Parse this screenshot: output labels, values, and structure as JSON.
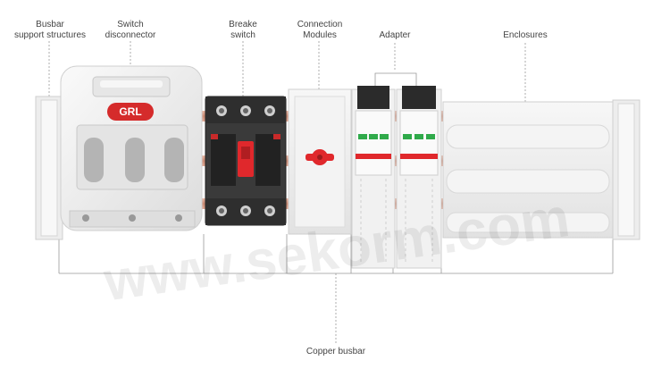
{
  "labels": {
    "busbar_support": "Busbar\nsupport structures",
    "switch_disconnector": "Switch\ndisconnector",
    "breaker_switch": "Breake\nswitch",
    "connection_modules": "Connection\nModules",
    "adapter": "Adapter",
    "enclosures": "Enclosures",
    "copper_busbar": "Copper busbar"
  },
  "brand": {
    "logo_text": "GRL",
    "color": "#d52b2b"
  },
  "watermark": {
    "text": "www.sekorm.com"
  },
  "colors": {
    "copper": "#d9a08c",
    "enclosure": "#eeeeee",
    "breaker_body": "#3a3a3a",
    "handle_red": "#e0282c",
    "leader_line": "#999999"
  },
  "icons": [
    "grl-logo-icon",
    "red-rotary-handle-icon",
    "red-toggle-icon"
  ]
}
